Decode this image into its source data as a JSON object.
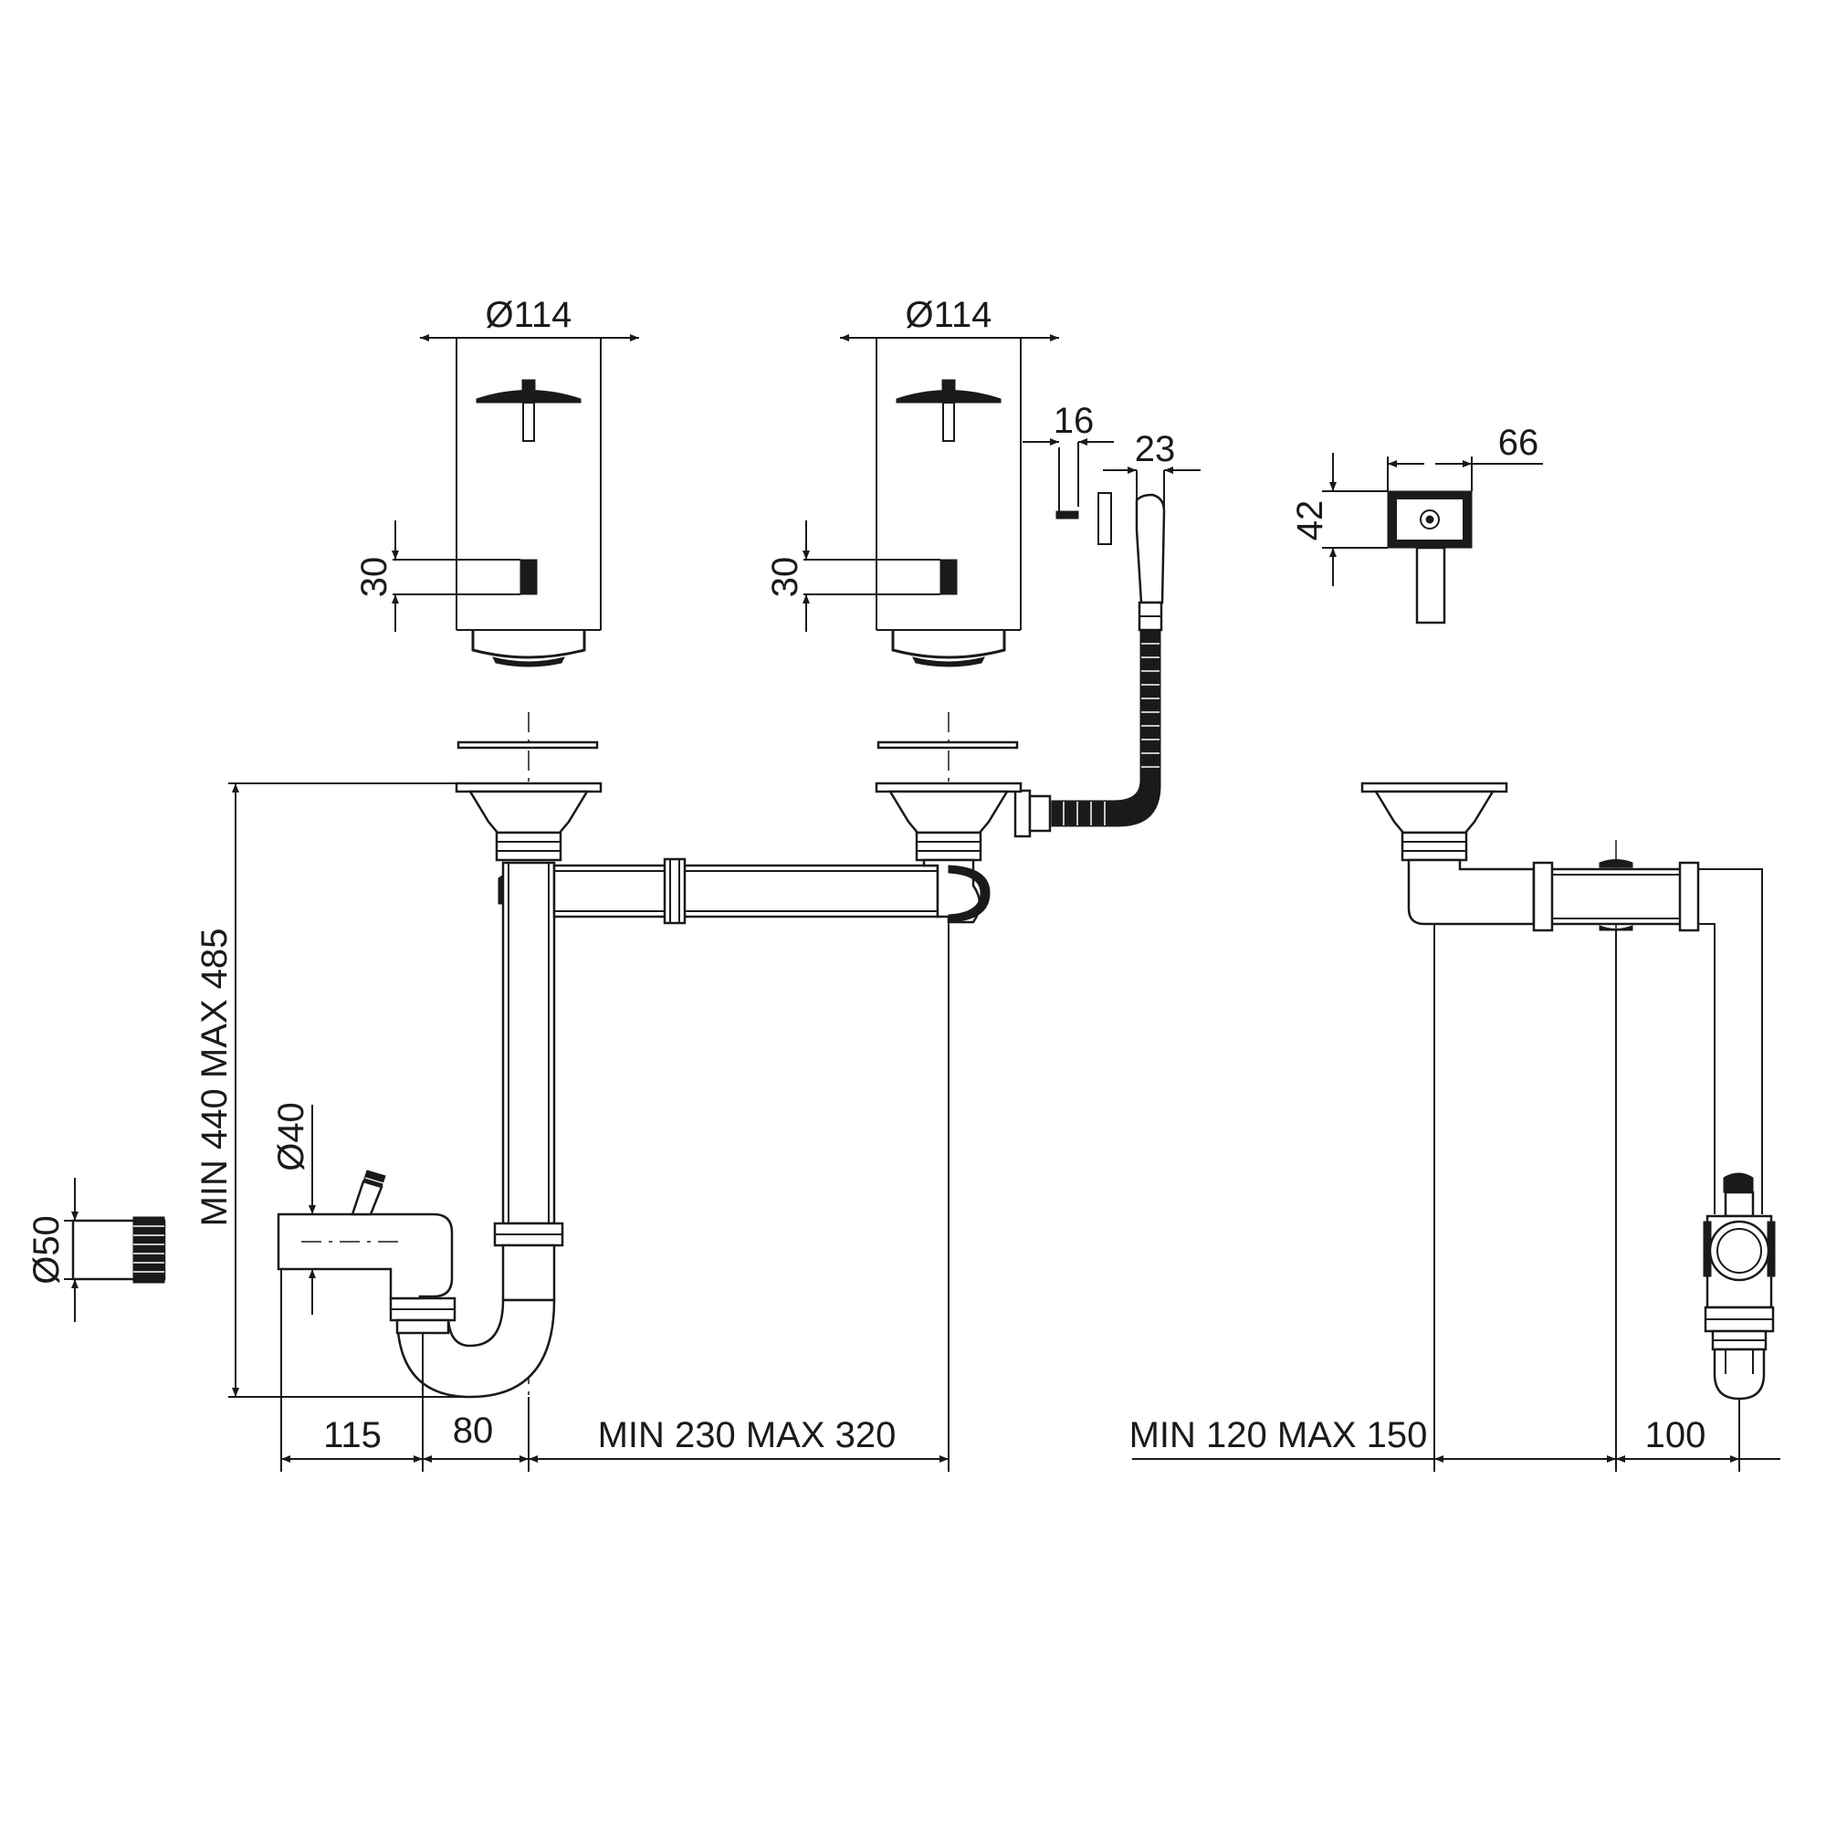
{
  "dimensions": {
    "strainer_left_diameter": "Ø114",
    "strainer_mid_diameter": "Ø114",
    "strainer_left_height": "30",
    "strainer_mid_height": "30",
    "overflow_width": "16",
    "overflow_hose_width": "23",
    "overflow_box_width": "66",
    "overflow_box_height": "42",
    "outlet_diameter": "Ø50",
    "inlet_diameter": "Ø40",
    "overall_height": "MIN 440 MAX 485",
    "offset_115": "115",
    "offset_80": "80",
    "center_distance": "MIN 230 MAX 320",
    "side_distance": "MIN 120 MAX 150",
    "side_offset_100": "100"
  }
}
